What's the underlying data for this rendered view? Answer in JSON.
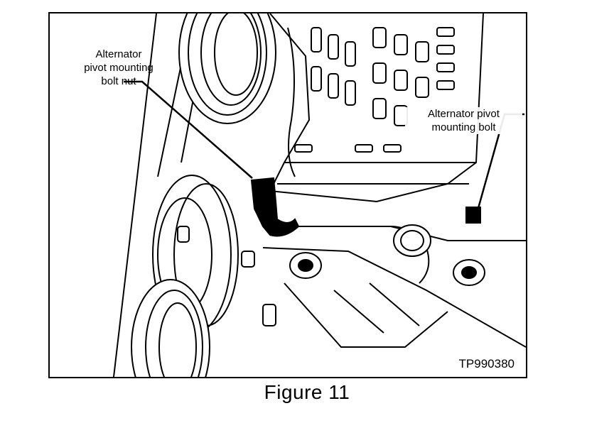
{
  "figure": {
    "callout_nut": [
      "Alternator",
      "pivot mounting",
      "bolt nut"
    ],
    "callout_bolt": [
      "Alternator pivot",
      "mounting bolt"
    ],
    "reference_code": "TP990380",
    "caption": "Figure 11"
  }
}
